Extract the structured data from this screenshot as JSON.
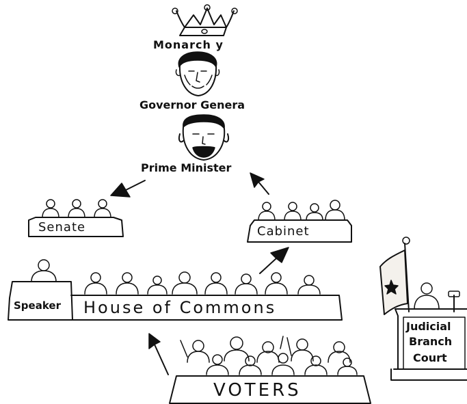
{
  "labels": {
    "monarchy": "Monarch y",
    "governor_general": "Governor Genera",
    "prime_minister": "Prime Minister",
    "senate": "Senate",
    "cabinet": "Cabinet",
    "speaker": "Speaker",
    "house_of_commons": "House of Commons",
    "judicial_line1": "Judicial",
    "judicial_line2": "Branch",
    "judicial_line3": "Court",
    "voters": "VOTERS"
  },
  "colors": {
    "ink": "#111111",
    "background": "#ffffff",
    "flag_fill": "#f4f1ec"
  },
  "icons": [
    "crown-icon",
    "governor-portrait-icon",
    "prime-minister-portrait-icon",
    "flag-icon",
    "gavel-icon"
  ]
}
